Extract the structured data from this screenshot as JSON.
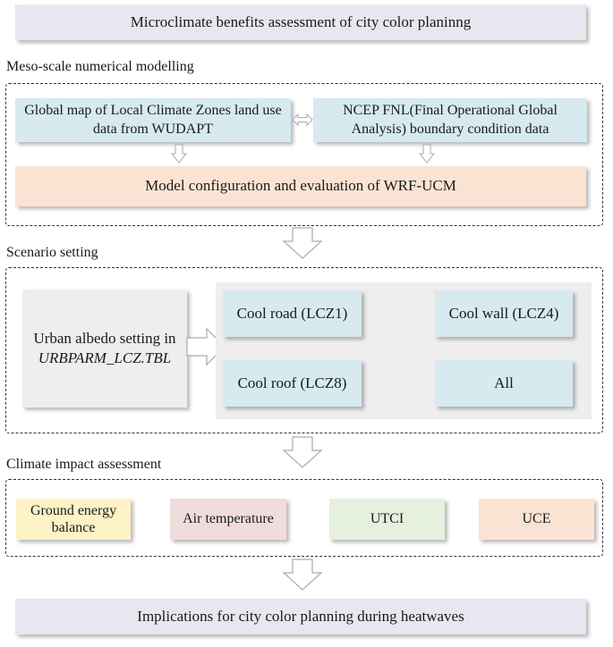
{
  "title": "Microclimate benefits assessment of city color planinng",
  "section1": {
    "label": "Meso-scale numerical modelling",
    "box_lcz": "Global map of Local Climate Zones land use data from WUDAPT",
    "box_ncep": "NCEP FNL(Final Operational Global Analysis) boundary condition data",
    "box_model": "Model configuration and evaluation of WRF-UCM"
  },
  "section2": {
    "label": "Scenario setting",
    "albedo_line1": "Urban albedo setting in",
    "albedo_line2": "URBPARM_LCZ.TBL",
    "scenarios": [
      "Cool road (LCZ1)",
      "Cool wall (LCZ4)",
      "Cool roof (LCZ8)",
      "All"
    ]
  },
  "section3": {
    "label": "Climate impact assessment",
    "items": [
      "Ground energy balance",
      "Air temperature",
      "UTCI",
      "UCE"
    ]
  },
  "conclusion": "Implications for city color planning during heatwaves",
  "colors": {
    "title_bg": "#e9e6ef",
    "blue": "#d6eaf0",
    "peach": "#fbe3d3",
    "gray": "#eeeeee",
    "yellow": "#fdf3c6",
    "pink": "#f1dcdc",
    "green": "#e6f0df",
    "orange": "#fbe3d3"
  }
}
